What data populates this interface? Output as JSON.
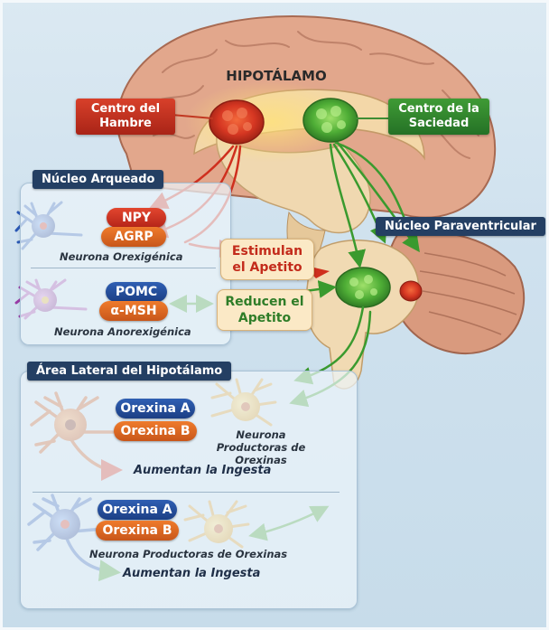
{
  "title": "HIPOTÁLAMO",
  "hunger_center": "Centro del Hambre",
  "satiety_center": "Centro de la Saciedad",
  "arcuate": {
    "title": "Núcleo Arqueado",
    "orexigenic": {
      "pill1": "NPY",
      "pill2": "AGRP",
      "caption": "Neurona Orexigénica"
    },
    "anorexigenic": {
      "pill1": "POMC",
      "pill2": "α-MSH",
      "caption": "Neurona Anorexigénica"
    }
  },
  "stimulate_box": "Estimulan el Apetito",
  "reduce_box": "Reducen el Apetito",
  "paraventricular_title": "Núcleo Paraventricular",
  "lateral": {
    "title": "Área Lateral del Hipotálamo",
    "group1": {
      "pill1": "Orexina A",
      "pill2": "Orexina B",
      "caption": "Neurona Productoras de Orexinas",
      "effect": "Aumentan la Ingesta"
    },
    "group2": {
      "pill1": "Orexina A",
      "pill2": "Orexina B",
      "caption": "Neurona Productoras de Orexinas",
      "effect": "Aumentan la Ingesta"
    }
  },
  "colors": {
    "hunger": "#d23a22",
    "satiety": "#3f9b35",
    "header": "#243f63",
    "brain": "#d99a7e"
  }
}
